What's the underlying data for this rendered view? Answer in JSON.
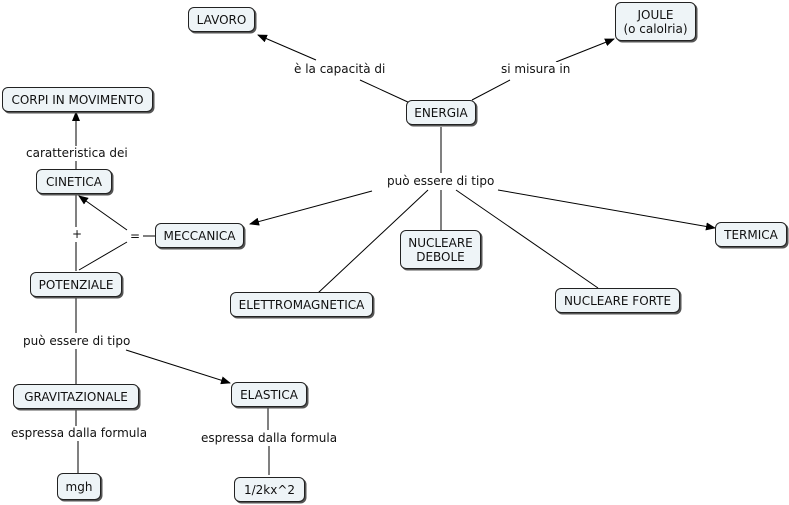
{
  "nodes": {
    "lavoro": "LAVORO",
    "joule": "JOULE\n(o calolria)",
    "energia": "ENERGIA",
    "corpi": "CORPI IN MOVIMENTO",
    "cinetica": "CINETICA",
    "meccanica": "MECCANICA",
    "potenziale": "POTENZIALE",
    "nucleare_debole": "NUCLEARE\nDEBOLE",
    "termica": "TERMICA",
    "elettromagnetica": "ELETTROMAGNETICA",
    "nucleare_forte": "NUCLEARE FORTE",
    "gravitazionale": "GRAVITAZIONALE",
    "elastica": "ELASTICA",
    "mgh": "mgh",
    "formula_elastica": "1/2kx^2"
  },
  "links": {
    "capacita": "è la capacità di",
    "misura": "si misura in",
    "tipo_energia": "può essere di tipo",
    "caratteristica": "caratteristica dei",
    "piu": "+",
    "uguale": "=",
    "tipo_potenziale": "può essere di tipo",
    "formula_grav": "espressa dalla formula",
    "formula_elast": "espressa dalla formula"
  },
  "colors": {
    "node_fill": "#eef4f7",
    "line": "#000000"
  }
}
